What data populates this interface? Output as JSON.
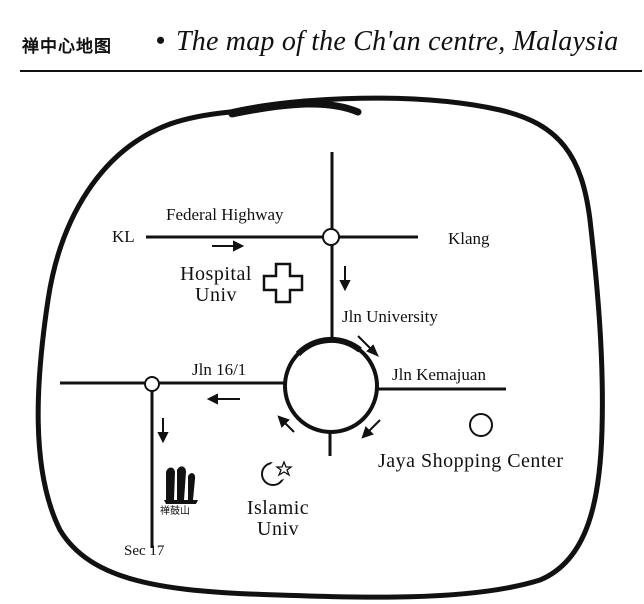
{
  "header": {
    "title_cjk": "禅中心地图",
    "bullet": "•",
    "title_en": "The map of the Ch'an centre, Malaysia"
  },
  "map": {
    "roads": {
      "federal_highway": "Federal Highway",
      "jln_university": "Jln University",
      "jln_16_1": "Jln 16/1",
      "jln_kemajuan": "Jln Kemajuan"
    },
    "places": {
      "kl": "KL",
      "klang": "Klang",
      "hospital_line1": "Hospital",
      "hospital_line2": "Univ",
      "jaya_shopping": "Jaya Shopping Center",
      "islamic_line1": "Islamic",
      "islamic_line2": "Univ",
      "sec17": "Sec 17",
      "chan_centre_mark": "禅鼓山"
    },
    "icons": [
      "hospital-cross-icon",
      "crescent-star-icon",
      "chan-centre-icon",
      "shopping-center-circle-icon",
      "roundabout-icon",
      "junction-circle-icon"
    ],
    "colors": {
      "ink": "#111111",
      "paper": "#ffffff"
    }
  }
}
